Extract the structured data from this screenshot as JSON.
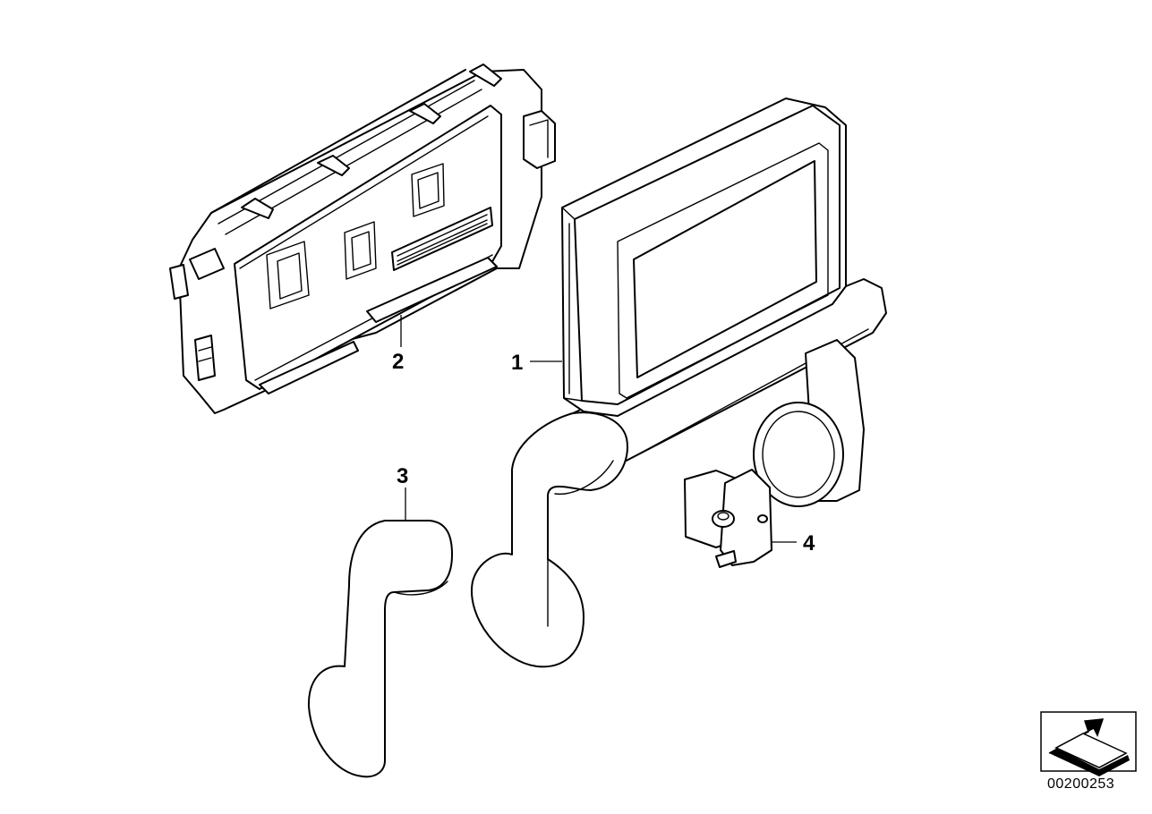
{
  "callouts": {
    "part1": "1",
    "part2": "2",
    "part3": "3",
    "part4": "4"
  },
  "reference_number": "00200253",
  "orientation_icon": "arrow-orientation-icon"
}
